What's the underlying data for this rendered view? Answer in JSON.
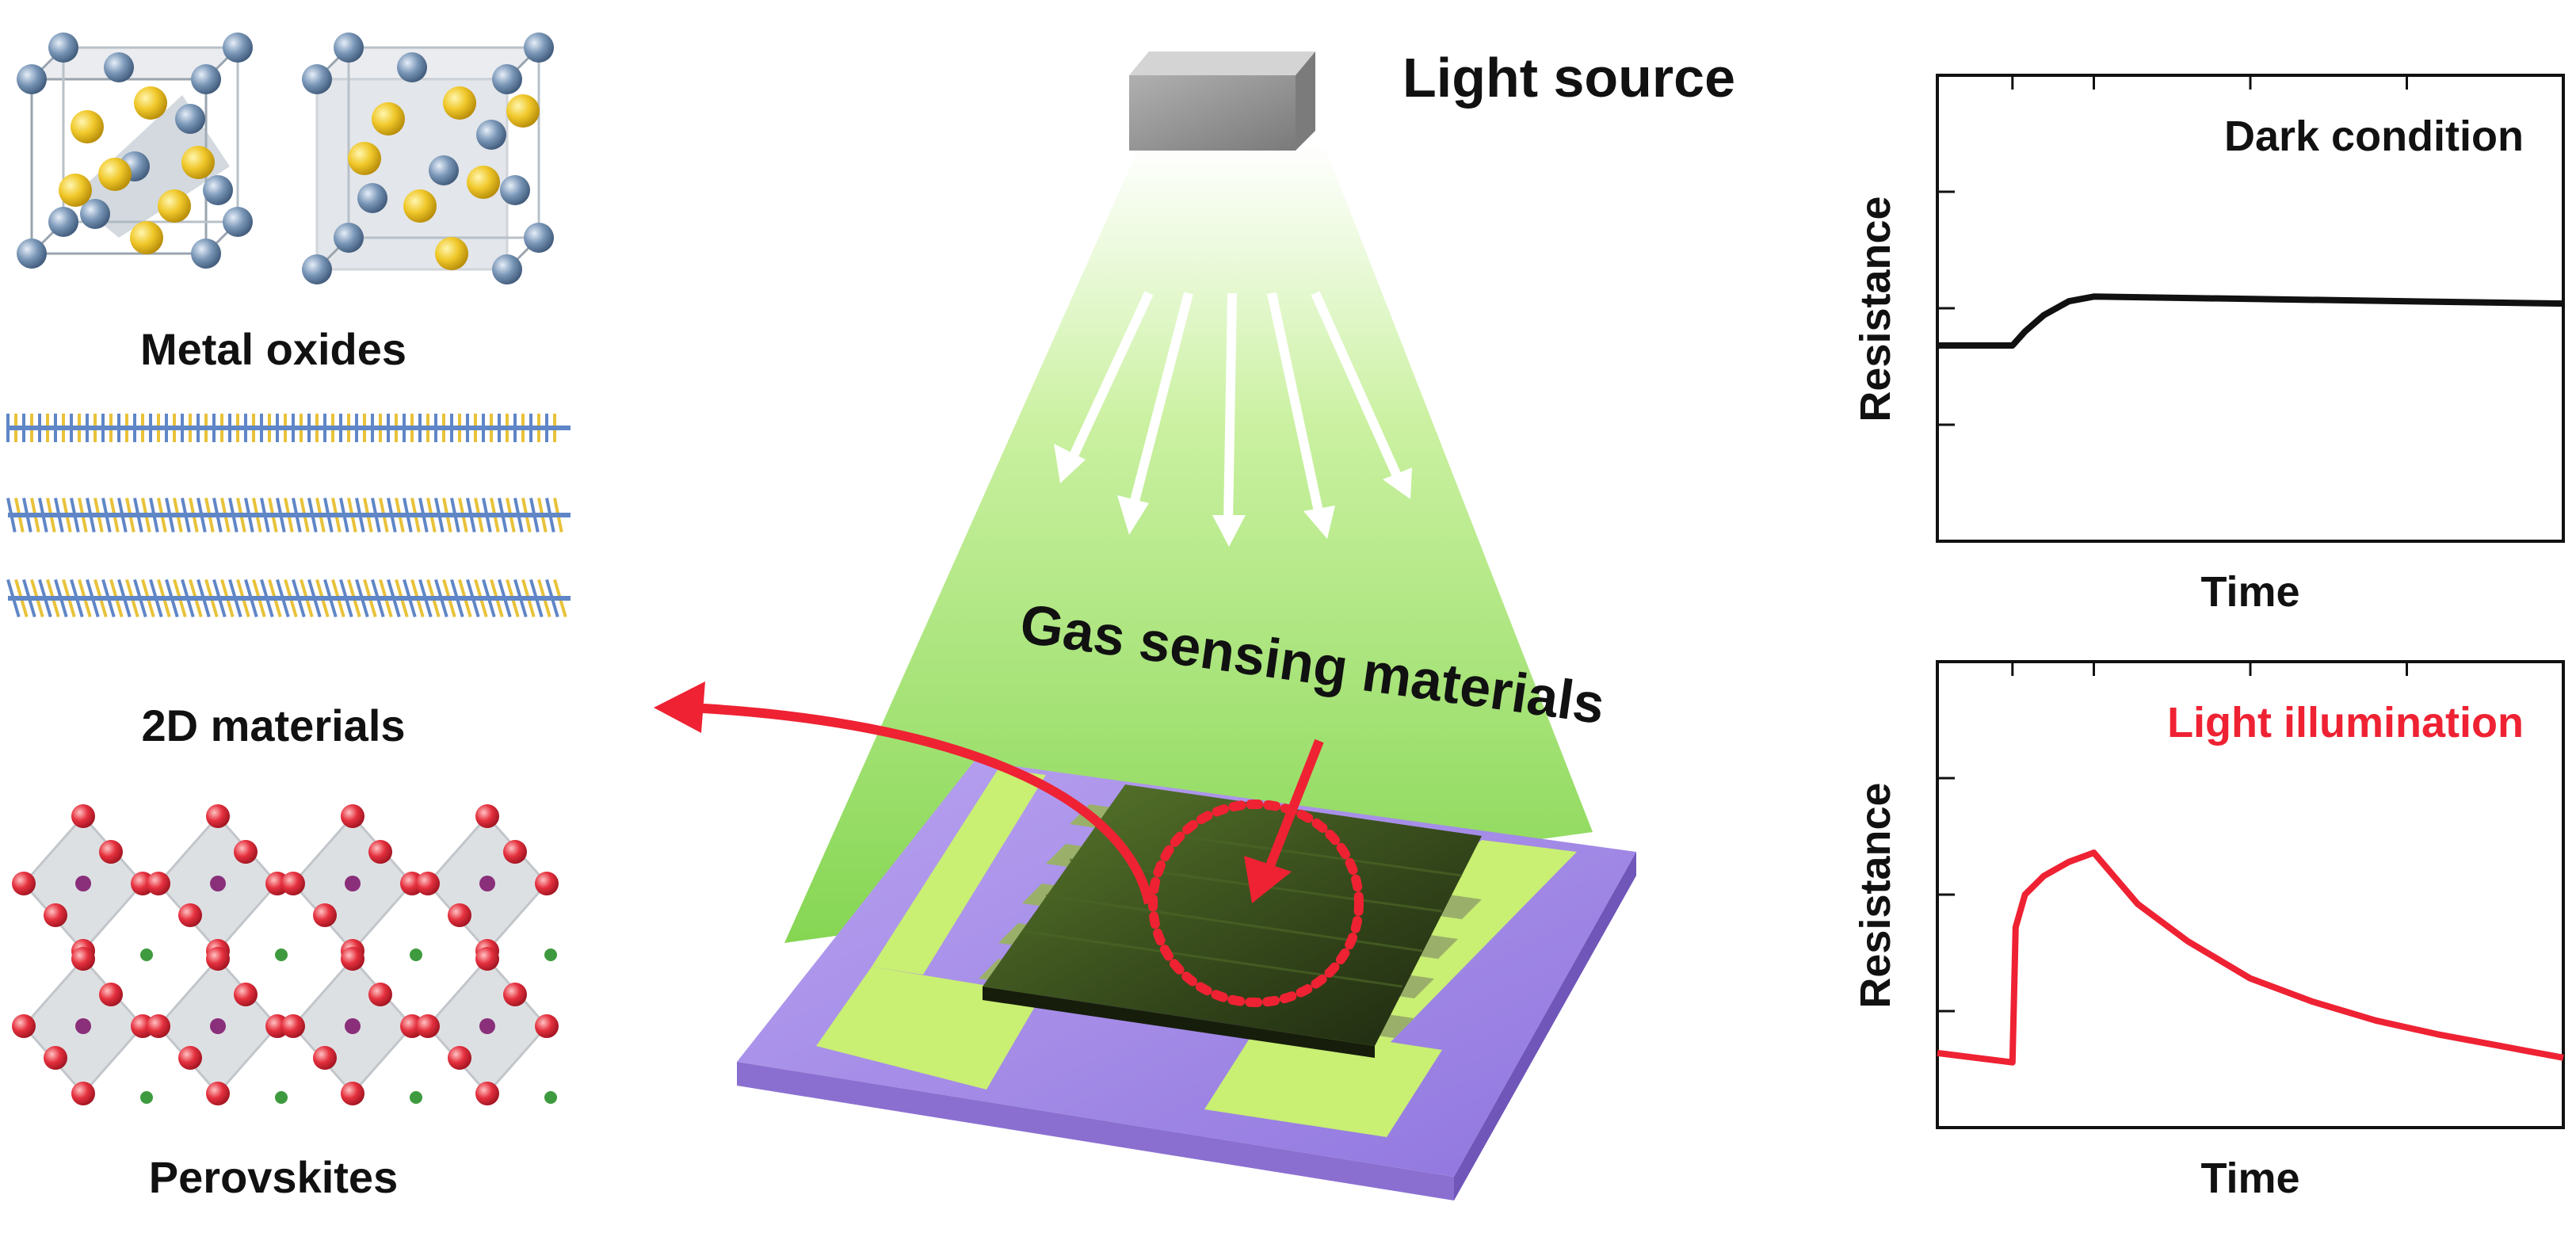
{
  "materials": {
    "metal_oxides": "Metal oxides",
    "two_d": "2D materials",
    "perovskites": "Perovskites"
  },
  "center": {
    "light_source": "Light source",
    "gas_sensing": "Gas sensing materials"
  },
  "charts": {
    "dark": {
      "title": "Dark condition",
      "ylabel": "Resistance",
      "xlabel": "Time",
      "color": "#111111"
    },
    "light": {
      "title": "Light illumination",
      "ylabel": "Resistance",
      "xlabel": "Time",
      "color": "#ee2233"
    }
  },
  "chart_data": [
    {
      "type": "line",
      "title": "Dark condition",
      "xlabel": "Time",
      "ylabel": "Resistance",
      "xlim": [
        0,
        100
      ],
      "ylim": [
        0,
        100
      ],
      "grid": false,
      "series": [
        {
          "x": [
            0,
            12,
            14,
            17,
            21,
            25,
            100
          ],
          "y": [
            42,
            42,
            45,
            48.5,
            51.5,
            52.5,
            51
          ]
        }
      ]
    },
    {
      "type": "line",
      "title": "Light illumination",
      "xlabel": "Time",
      "ylabel": "Resistance",
      "xlim": [
        0,
        100
      ],
      "ylim": [
        0,
        100
      ],
      "grid": false,
      "series": [
        {
          "x": [
            0,
            12,
            12.5,
            14,
            17,
            21,
            25,
            32,
            40,
            50,
            60,
            70,
            80,
            90,
            100
          ],
          "y": [
            16,
            14,
            43,
            50,
            54,
            57,
            59,
            48,
            40,
            32,
            27,
            23,
            20,
            17.5,
            15
          ]
        }
      ]
    }
  ],
  "colors": {
    "beam": "#9ce36a",
    "arrow_red": "#ee2233",
    "substrate": "#a487e8",
    "electrode": "#c9ef73"
  }
}
